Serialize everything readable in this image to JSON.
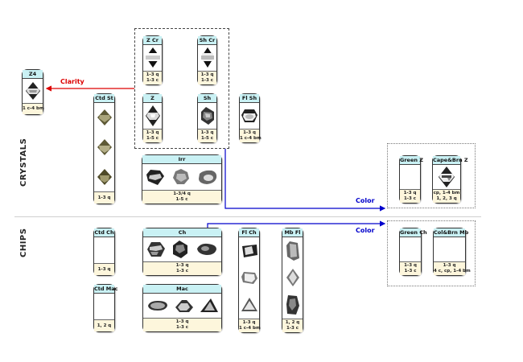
{
  "sections": {
    "crystals": "CRYSTALS",
    "chips": "CHIPS"
  },
  "arrows": {
    "clarity": {
      "label": "Clarity",
      "color": "#dd0000"
    },
    "color_crystals": {
      "label": "Color",
      "color": "#0000cc"
    },
    "color_chips": {
      "label": "Color",
      "color": "#0000cc"
    }
  },
  "colors": {
    "header_bg": "#c9f1f4",
    "footer_bg": "#fdf6dc"
  },
  "cards": {
    "z4": {
      "title": "Z4",
      "lines": [
        "1 c-4 bm"
      ],
      "icon": "dark-octahedron-crystal"
    },
    "z_cr": {
      "title": "Z Cr",
      "lines": [
        "1-3 q",
        "1-3 c"
      ],
      "icon": "octahedron-crown-crystal"
    },
    "sh_cr": {
      "title": "Sh Cr",
      "lines": [
        "1-3 q",
        "1-3 c"
      ],
      "icon": "octahedron-crown-crystal"
    },
    "z": {
      "title": "Z",
      "lines": [
        "1-3 q",
        "1-5 c"
      ],
      "icon": "octahedron-crystal"
    },
    "sh": {
      "title": "Sh",
      "lines": [
        "1-3 q",
        "1-5 c"
      ],
      "icon": "shaped-crystal"
    },
    "fl_sh": {
      "title": "Fl Sh",
      "lines": [
        "1-3 q",
        "1 c-4 bm"
      ],
      "icon": "flat-shaped-crystal"
    },
    "ctd_st": {
      "title": "Ctd St",
      "lines": [
        "1-3 q"
      ],
      "icon": "coated-stone"
    },
    "irr": {
      "title": "Irr",
      "lines": [
        "1-3/4 q",
        "1-5 c"
      ],
      "icon": "irregular-crystal"
    },
    "green_z": {
      "title": "Green Z",
      "lines": [
        "1-3 q",
        "1-3 c"
      ]
    },
    "cape_brn_z": {
      "title": "Cape&Brn Z",
      "lines": [
        "cp, 1-4 bm",
        "1, 2, 3 q"
      ],
      "icon": "cape-octahedron-crystal"
    },
    "ctd_ch": {
      "title": "Ctd Ch",
      "lines": [
        "1-3 q"
      ]
    },
    "ch": {
      "title": "Ch",
      "lines": [
        "1-3 q",
        "1-3 c"
      ],
      "icon": "chip"
    },
    "fl_ch": {
      "title": "Fl Ch",
      "lines": [
        "1-3 q",
        "1 c-4 bm"
      ],
      "icon": "flat-chip"
    },
    "mb_fl": {
      "title": "Mb Fl",
      "lines": [
        "1, 2 q",
        "1-3 c"
      ],
      "icon": "macle-flat"
    },
    "green_ch": {
      "title": "Green Ch",
      "lines": [
        "1-3 q",
        "1-3 c"
      ]
    },
    "col_brn_mb": {
      "title": "Col&Brn Mb",
      "lines": [
        "1-3 q",
        "4 c, cp, 1-4 bm"
      ]
    },
    "ctd_mac": {
      "title": "Ctd Mac",
      "lines": [
        "1, 2 q"
      ]
    },
    "mac": {
      "title": "Mac",
      "lines": [
        "1-3 q",
        "1-3 c"
      ],
      "icon": "macle"
    }
  }
}
